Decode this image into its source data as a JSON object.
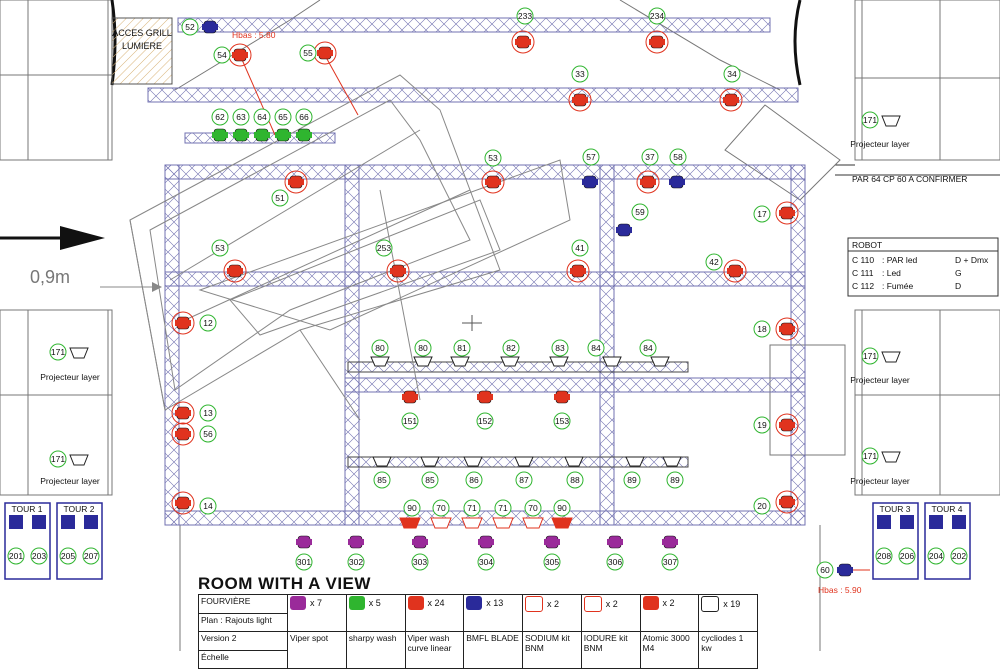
{
  "plan": {
    "left_panel_label": "ACCES GRILL\nLUMIERE",
    "distance_label": "0,9m",
    "hbas_top": "Hbas : 5.80",
    "hbas_bottom": "Hbas : 5.90",
    "par_label": "PAR 64 CP 60 A CONFIRMER",
    "projecteur_label": "Projecteur layer",
    "projecteur_number": "171",
    "robot_box": {
      "title": "ROBOT",
      "rows": [
        {
          "code": "C 110",
          "name": ": PAR led",
          "value": "D + Dmx"
        },
        {
          "code": "C 111",
          "name": ": Led",
          "value": "G"
        },
        {
          "code": "C 112",
          "name": ": Fumée",
          "value": "D"
        }
      ]
    },
    "tours": [
      {
        "label": "TOUR 1",
        "numbers": [
          "201",
          "203"
        ]
      },
      {
        "label": "TOUR 2",
        "numbers": [
          "205",
          "207"
        ]
      },
      {
        "label": "TOUR 3",
        "numbers": [
          "208",
          "206"
        ]
      },
      {
        "label": "TOUR 4",
        "numbers": [
          "204",
          "202"
        ]
      }
    ],
    "red_fixture_numbers": [
      "233",
      "234",
      "33",
      "34",
      "53",
      "51",
      "37",
      "17",
      "53",
      "41",
      "42",
      "253",
      "12",
      "18",
      "13",
      "56",
      "19",
      "14",
      "20",
      "54",
      "55"
    ],
    "blue_fixture_numbers": [
      "52",
      "57",
      "58",
      "59",
      "60"
    ],
    "green_fixture_numbers": [
      "62",
      "63",
      "64",
      "65",
      "66"
    ],
    "purple_fixture_numbers": [
      "301",
      "302",
      "303",
      "304",
      "305",
      "306",
      "307"
    ],
    "cyclo_numbers": [
      "80",
      "80",
      "81",
      "82",
      "83",
      "84",
      "84",
      "85",
      "85",
      "86",
      "87",
      "88",
      "89",
      "89"
    ],
    "wash_numbers": [
      "151",
      "152",
      "153"
    ],
    "bottom_numbers": [
      "90",
      "70",
      "71",
      "71",
      "70",
      "90"
    ]
  },
  "legend": {
    "title": "ROOM WITH A VIEW",
    "info": [
      "FOURVIÈRE",
      "Plan : Rajouts light",
      "Version 2",
      "Échelle"
    ],
    "items": [
      {
        "count": "x 7",
        "name": "Viper spot",
        "color": "#9a2a9a",
        "icon": "moving-head-icon"
      },
      {
        "count": "x 5",
        "name": "sharpy wash",
        "color": "#2fb52f",
        "icon": "moving-head-icon"
      },
      {
        "count": "x 24",
        "name": "Viper wash curve linear",
        "color": "#e0331e",
        "icon": "moving-head-icon"
      },
      {
        "count": "x 13",
        "name": "BMFL BLADE",
        "color": "#2a2a9a",
        "icon": "moving-head-icon"
      },
      {
        "count": "x 2",
        "name": "SODIUM kit BNM",
        "color": "#e0331e",
        "icon": "sodium-icon"
      },
      {
        "count": "x 2",
        "name": "IODURE kit BNM",
        "color": "#e0331e",
        "icon": "iodure-icon"
      },
      {
        "count": "x 2",
        "name": "Atomic 3000 M4",
        "color": "#e0331e",
        "icon": "atomic-icon"
      },
      {
        "count": "x 19",
        "name": "cycliodes 1 kw",
        "color": "#222222",
        "icon": "cyclo-icon"
      }
    ]
  },
  "colors": {
    "truss": "#6a6aa8",
    "red": "#e0331e",
    "blue": "#2a2a9a",
    "green": "#2fb52f",
    "purple": "#9a2a9a",
    "label_circle": "#2fb52f"
  }
}
